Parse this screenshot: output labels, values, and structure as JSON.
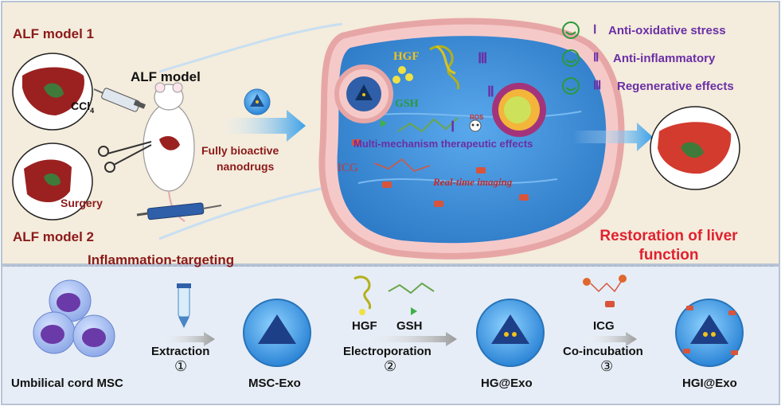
{
  "top_panel": {
    "alf_model_1": "ALF model 1",
    "alf_model_2": "ALF model 2",
    "alf_model": "ALF model",
    "ccl4": "CCl",
    "ccl4_sub": "4",
    "surgery": "Surgery",
    "inflammation_targeting": "Inflammation-targeting",
    "nanodrugs_line1": "Fully bioactive",
    "nanodrugs_line2": "nanodrugs",
    "cell": {
      "hgf": "HGF",
      "gsh": "GSH",
      "icg": "ICG",
      "ros": "ROS",
      "roman_1": "Ⅰ",
      "roman_2": "Ⅱ",
      "roman_3": "Ⅲ",
      "multi_mechanism": "Multi-mechanism therapeutic effects",
      "real_time_imaging": "Real-time imaging"
    },
    "effects": [
      {
        "numeral": "Ⅰ",
        "text": "Anti-oxidative stress"
      },
      {
        "numeral": "Ⅱ",
        "text": "Anti-inflammatory"
      },
      {
        "numeral": "Ⅲ",
        "text": "Regenerative effects"
      }
    ],
    "restoration_line1": "Restoration of liver",
    "restoration_line2": "function"
  },
  "bottom_panel": {
    "umbilical": "Umbilical cord MSC",
    "extraction": "Extraction",
    "step1": "①",
    "msc_exo": "MSC-Exo",
    "hgf": "HGF",
    "gsh": "GSH",
    "electroporation": "Electroporation",
    "step2": "②",
    "hg_exo": "HG@Exo",
    "icg": "ICG",
    "coincubation": "Co-incubation",
    "step3": "③",
    "hgi_exo": "HGI@Exo"
  },
  "colors": {
    "top_bg": "#f4ecdc",
    "bottom_bg": "#e6edf6",
    "border": "#b8c3d4",
    "liver": "#9b2121",
    "cell_blue": "#3f8fd8",
    "membrane": "#e7a6a6",
    "exo_blue": "#3fa4e8",
    "arrow_blue": "#3aa0e8",
    "accent_red": "#e0212f",
    "accent_purple": "#6a2fa6"
  }
}
